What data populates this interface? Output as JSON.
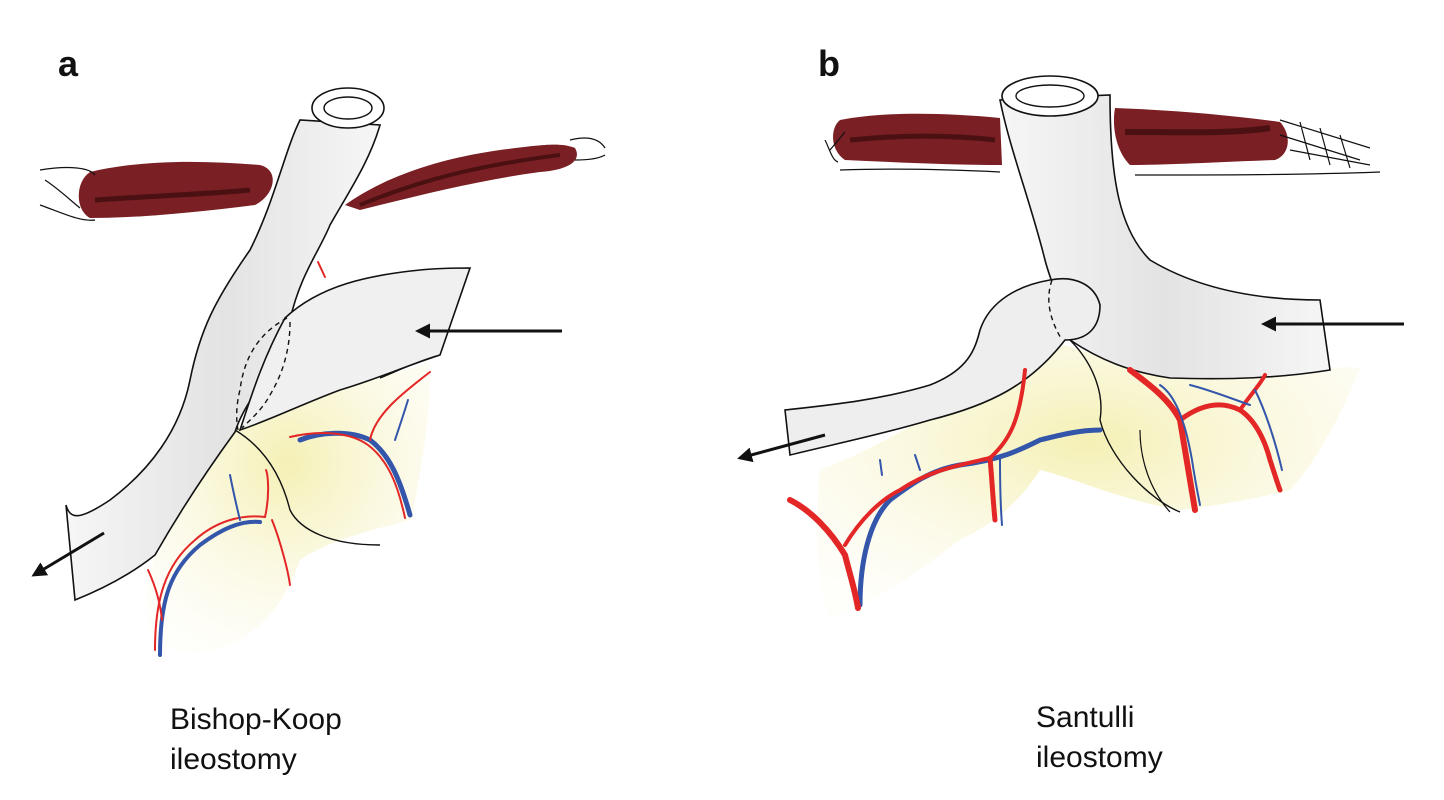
{
  "panels": [
    {
      "letter": "a",
      "caption_line1": "Bishop-Koop",
      "caption_line2": "ileostomy"
    },
    {
      "letter": "b",
      "caption_line1": "Santulli",
      "caption_line2": "ileostomy"
    }
  ],
  "colors": {
    "bowel_fill": "#ececec",
    "muscle": "#7a1f24",
    "muscle_shadow": "#4a1012",
    "mesentery": "#f6f1bf",
    "artery": "#e32626",
    "vein": "#3355aa",
    "outline": "#111111"
  }
}
